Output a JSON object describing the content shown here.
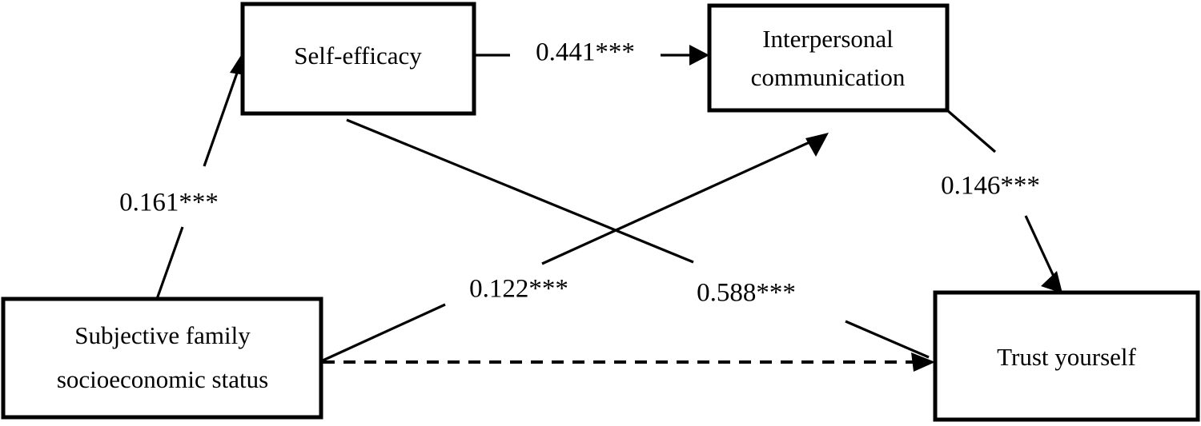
{
  "figure": {
    "type": "path-diagram",
    "background_color": "#ffffff",
    "line_color": "#000000"
  },
  "nodes": [
    {
      "id": "self-efficacy",
      "label_line1": "Self-efficacy",
      "label_line2": ""
    },
    {
      "id": "interpersonal-communication",
      "label_line1": "Interpersonal",
      "label_line2": "communication"
    },
    {
      "id": "subjective-family-ses",
      "label_line1": "Subjective family",
      "label_line2": "socioeconomic status"
    },
    {
      "id": "trust-yourself",
      "label_line1": "Trust yourself",
      "label_line2": ""
    }
  ],
  "paths": [
    {
      "id": "ses-to-self-efficacy",
      "coefficient": "0.161***",
      "from": "subjective-family-ses",
      "to": "self-efficacy",
      "style": "solid"
    },
    {
      "id": "self-efficacy-to-interpersonal",
      "coefficient": "0.441***",
      "from": "self-efficacy",
      "to": "interpersonal-communication",
      "style": "solid"
    },
    {
      "id": "ses-to-interpersonal",
      "coefficient": "0.122***",
      "from": "subjective-family-ses",
      "to": "interpersonal-communication",
      "style": "solid"
    },
    {
      "id": "self-efficacy-to-trust",
      "coefficient": "0.588***",
      "from": "self-efficacy",
      "to": "trust-yourself",
      "style": "solid"
    },
    {
      "id": "interpersonal-to-trust",
      "coefficient": "0.146***",
      "from": "interpersonal-communication",
      "to": "trust-yourself",
      "style": "solid"
    },
    {
      "id": "ses-to-trust-direct",
      "coefficient": "",
      "from": "subjective-family-ses",
      "to": "trust-yourself",
      "style": "dashed"
    }
  ],
  "chart_data": {
    "type": "diagram",
    "title": "",
    "nodes": [
      "Self-efficacy",
      "Interpersonal communication",
      "Subjective family socioeconomic status",
      "Trust yourself"
    ],
    "edges": [
      {
        "source": "Subjective family socioeconomic status",
        "target": "Self-efficacy",
        "value": 0.161,
        "label": "0.161***",
        "significance": "***",
        "line": "solid"
      },
      {
        "source": "Self-efficacy",
        "target": "Interpersonal communication",
        "value": 0.441,
        "label": "0.441***",
        "significance": "***",
        "line": "solid"
      },
      {
        "source": "Subjective family socioeconomic status",
        "target": "Interpersonal communication",
        "value": 0.122,
        "label": "0.122***",
        "significance": "***",
        "line": "solid"
      },
      {
        "source": "Self-efficacy",
        "target": "Trust yourself",
        "value": 0.588,
        "label": "0.588***",
        "significance": "***",
        "line": "solid"
      },
      {
        "source": "Interpersonal communication",
        "target": "Trust yourself",
        "value": 0.146,
        "label": "0.146***",
        "significance": "***",
        "line": "solid"
      },
      {
        "source": "Subjective family socioeconomic status",
        "target": "Trust yourself",
        "value": null,
        "label": "",
        "significance": "",
        "line": "dashed"
      }
    ]
  }
}
